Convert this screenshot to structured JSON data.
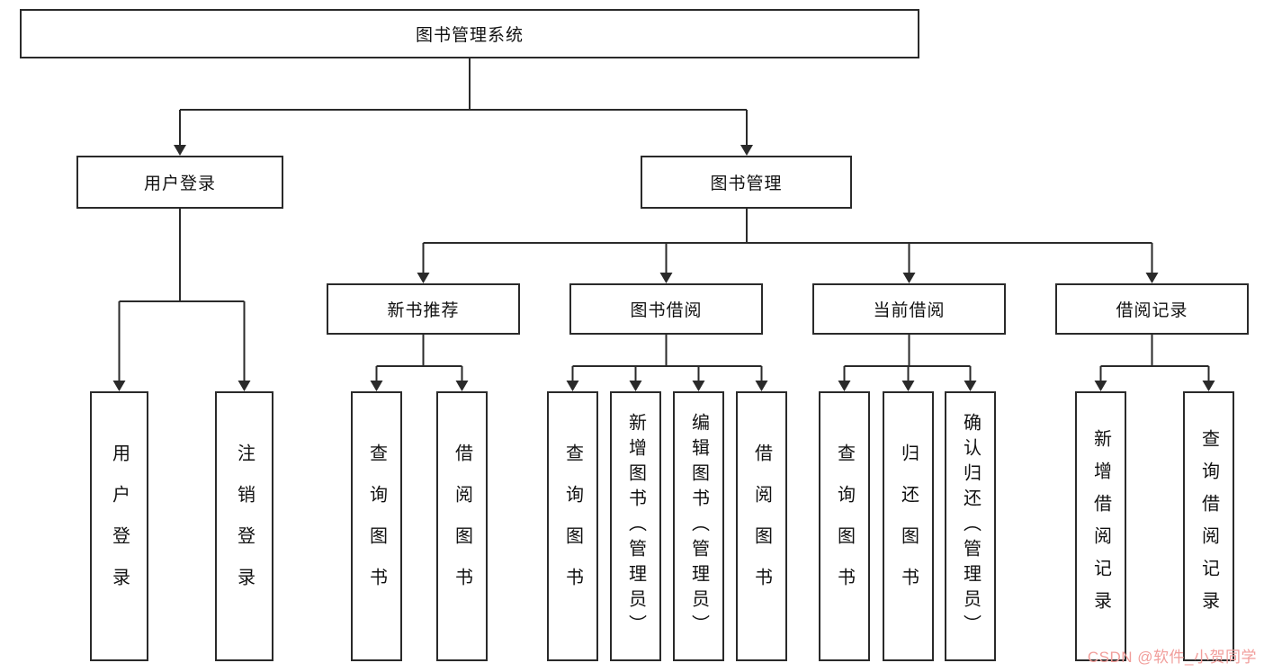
{
  "nodes": {
    "root": "图书管理系统",
    "user_branch": {
      "label": "用户登录",
      "children": [
        "用户登录",
        "注销登录"
      ]
    },
    "book_branch": {
      "label": "图书管理",
      "groups": [
        {
          "label": "新书推荐",
          "children": [
            "查询图书",
            "借阅图书"
          ]
        },
        {
          "label": "图书借阅",
          "children": [
            "查询图书",
            "新增图书（管理员）",
            "编辑图书（管理员）",
            "借阅图书"
          ]
        },
        {
          "label": "当前借阅",
          "children": [
            "查询图书",
            "归还图书",
            "确认归还（管理员）"
          ]
        },
        {
          "label": "借阅记录",
          "children": [
            "新增借阅记录",
            "查询借阅记录"
          ]
        }
      ]
    }
  },
  "colors": {
    "line": "#2a2a2a",
    "watermark": "#f19e9b"
  },
  "watermark": "CSDN @软件_小贺同学"
}
